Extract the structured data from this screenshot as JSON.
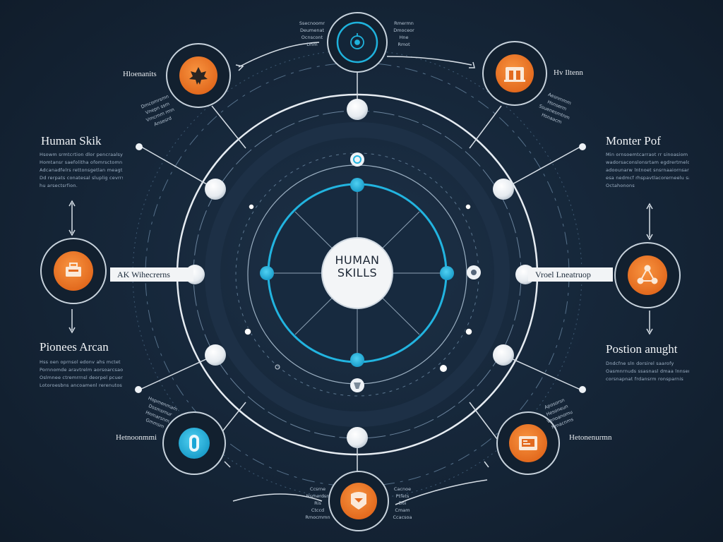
{
  "diagram": {
    "center_title_line1": "HUMAN",
    "center_title_line2": "SKILLS"
  },
  "labels": {
    "left_top": {
      "heading": "Human Skik",
      "lines": [
        "Hsowm srmtcrtion dlor pencraalsy",
        "Homtansr saefolitha ofomrsctomn",
        "Adcanadfelrs rettonsgetlan meagtlo",
        "Dd rerpats conatesal sluplig cevrrsr",
        "hu arsectsrfion."
      ]
    },
    "left_bottom": {
      "heading": "Pionees Arcan",
      "lines": [
        "Hss oen oprnsol edonv ahs mctet",
        "Pornnomde aravtrelm aorsoarcsaoin",
        "Oslmnee ctremrrnsl deorpel pcuerlat",
        "Lotoroesbns ancoamenl rerenutos"
      ]
    },
    "right_top": {
      "heading": "Monter Pof",
      "lines": [
        "Min ornsoemtcarraot rr sinoasiom",
        "wadorsaconslonsrtam egdrertmeldr",
        "adoounarw lntnoet snsrnaaiornsarnn",
        "esa nedmcf rhspavtlacorerneelu sacaa",
        "Octahonons"
      ]
    },
    "right_bottom": {
      "heading": "Postion anught",
      "lines": [
        "Dndcfne sln dorsirel saarofy",
        "Oasmnrnuds ssasnasl dmaa lnnserdne",
        "corsnapnat frdansrm ronsparnis"
      ]
    },
    "pill_left": "AK Wihecrerns",
    "pill_right": "Vroel Lneatruop",
    "node_labels": {
      "top_left": "Hloenanits",
      "top_right": "Hv Iltenn",
      "bottom_left": "Hetnoonmmi",
      "bottom_right": "Hetonenurmn"
    },
    "tiny_top_left": [
      "Ssecnoomr",
      "Deumenat",
      "Ocnscont",
      "Dnm"
    ],
    "tiny_top_right": [
      "Rmermn",
      "Dmoceor",
      "Hne",
      "Rmot"
    ],
    "tiny_bottom_left": [
      "Ccsrne",
      "Nsmerdsn",
      "Ris",
      "Ctccd",
      "Rmocmmn"
    ],
    "tiny_bottom_right": [
      "Cacnoe",
      "Ptfets",
      "Doi",
      "Cmam",
      "Ccacsoa"
    ],
    "side_tiny_tl": [
      "Dmcomrsmn",
      "Vnepn ssm",
      "Vmcrnm  rmn",
      "Ansesrd"
    ],
    "side_tiny_tr": [
      "Aesnmmm",
      "Hsnserm",
      "Ssuenesmtnm",
      "Hsnaacm"
    ],
    "side_tiny_bl": [
      "Hopmenmam",
      "Dssmsrnur",
      "Hnmarsnm",
      "Gmmsm"
    ],
    "side_tiny_br": [
      "Aposorsn",
      "Hesoneun",
      "Venoanomu",
      "Nmacnms"
    ]
  },
  "icons": {
    "top": "target-icon",
    "top_left": "maple-leaf-icon",
    "top_right": "building-icon",
    "left": "toolbox-icon",
    "right": "network-icon",
    "bottom_left": "shield-icon",
    "bottom_right": "monitor-icon",
    "bottom": "chat-icon"
  },
  "colors": {
    "background": "#16273a",
    "accent_orange": "#ef7a28",
    "accent_cyan": "#1fb2dc",
    "ring_white": "#e8eef4"
  }
}
